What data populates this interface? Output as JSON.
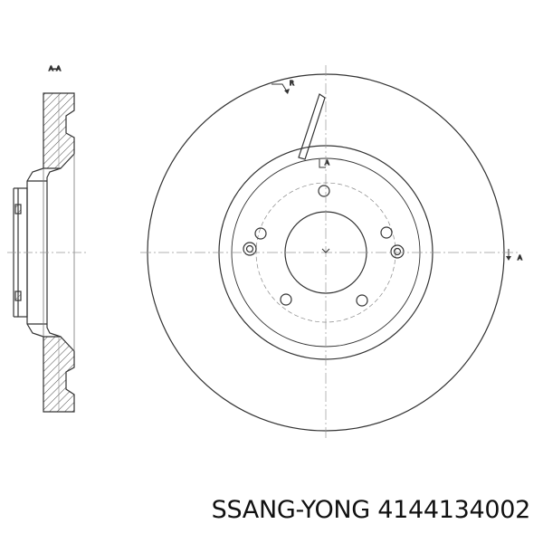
{
  "section_label": "A–A",
  "marker_label_top": "A",
  "marker_label_right": "A",
  "marker_label_pointer": "R",
  "part_caption": "SSANG-YONG 4144134002",
  "colors": {
    "line": "#333333",
    "hatch": "#555555",
    "text": "#111111"
  },
  "bolt_count": 5
}
